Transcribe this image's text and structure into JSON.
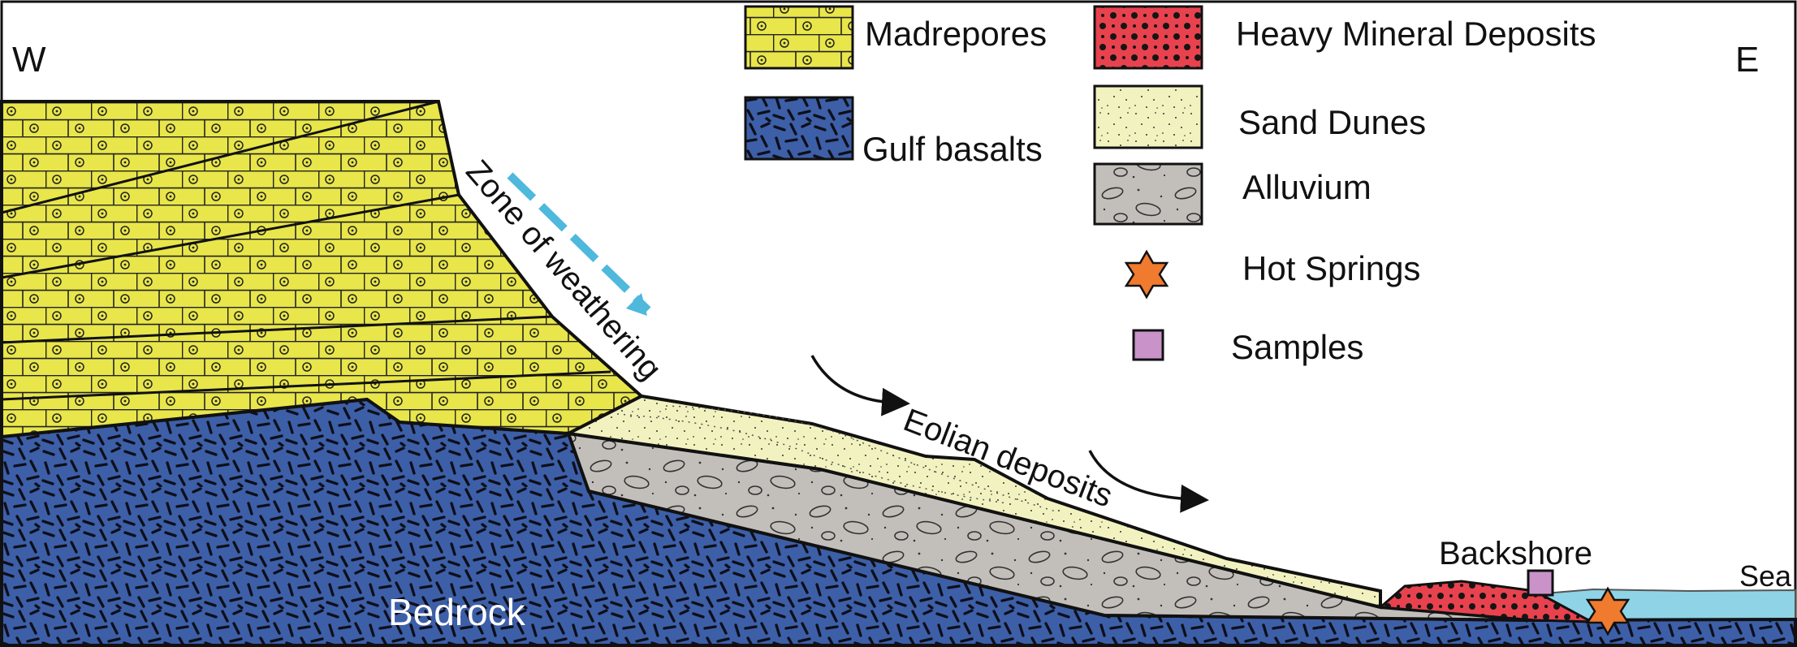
{
  "compass": {
    "west": "W",
    "east": "E"
  },
  "legend": [
    {
      "key": "madrepores",
      "label": "Madrepores"
    },
    {
      "key": "gulf_basalts",
      "label": "Gulf basalts"
    },
    {
      "key": "heavy_mineral_deposits",
      "label": "Heavy Mineral Deposits"
    },
    {
      "key": "sand_dunes",
      "label": "Sand Dunes"
    },
    {
      "key": "alluvium",
      "label": "Alluvium"
    },
    {
      "key": "hot_springs",
      "label": "Hot Springs"
    },
    {
      "key": "samples",
      "label": "Samples"
    }
  ],
  "labels": {
    "zone_of_weathering": "Zone of weathering",
    "eolian_deposits": "Eolian deposits",
    "backshore": "Backshore",
    "sea": "Sea",
    "bedrock": "Bedrock"
  },
  "colors": {
    "madrepores": "#e8e64a",
    "basalt": "#3d5fa8",
    "heavy_minerals": "#e8424e",
    "sand_dunes": "#f2f2c0",
    "alluvium": "#c2bfbb",
    "hot_springs": "#f07a2e",
    "samples": "#c993c9",
    "sea": "#8fd3e6",
    "arrow_blue": "#4fb8dd"
  }
}
